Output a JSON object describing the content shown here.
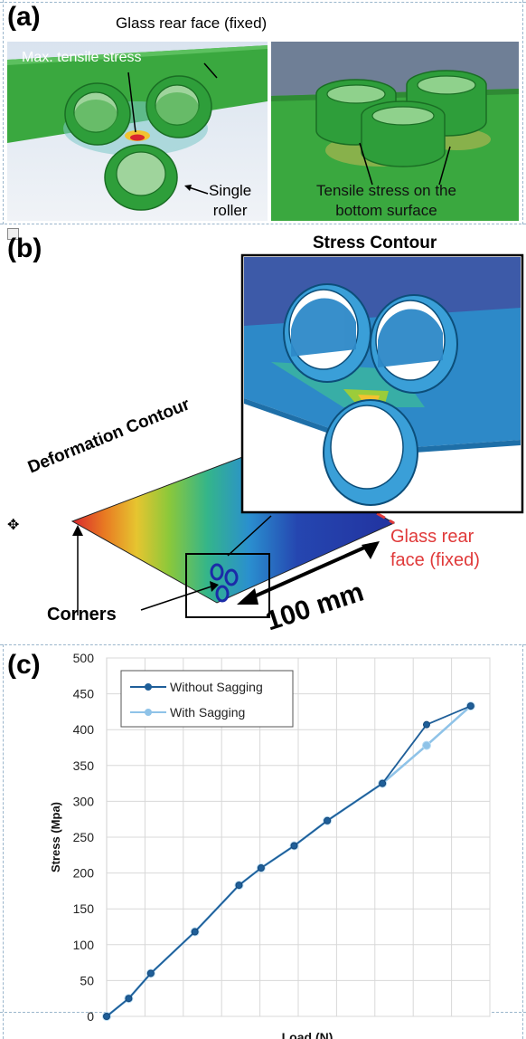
{
  "panel_a": {
    "letter": "(a)",
    "glass_rear_face": "Glass rear face (fixed)",
    "max_tensile": "Max. tensile stress",
    "single_roller": "Single\nroller",
    "tensile_bottom": "Tensile stress on the\nbottom surface"
  },
  "panel_b": {
    "letter": "(b)",
    "stress_contour": "Stress Contour",
    "deformation_contour": "Deformation Contour",
    "glass_rear_face": "Glass rear\nface (fixed)",
    "corners": "Corners",
    "scale": "100 mm"
  },
  "panel_c": {
    "letter": "(c)"
  },
  "colors": {
    "roller_green": "#2e9e3a",
    "glass_green": "#3aa83f",
    "roller_blue": "#3a9fd8",
    "red_accent": "#e03a3a",
    "series_dark": "#1f5f99",
    "series_light": "#8fc3e8"
  },
  "chart_data": {
    "type": "line",
    "title": "",
    "xlabel": "Load (N)",
    "ylabel": "Stress (Mpa)",
    "ylim": [
      0,
      500
    ],
    "yticks": [
      0,
      50,
      100,
      150,
      200,
      250,
      300,
      350,
      400,
      450,
      500
    ],
    "grid": true,
    "legend_position": "top-left",
    "series": [
      {
        "name": "Without Sagging",
        "color": "#1f5f99",
        "x": [
          0,
          2,
          4,
          8,
          12,
          14,
          17,
          20,
          25,
          29,
          33
        ],
        "values": [
          0,
          25,
          60,
          118,
          183,
          207,
          238,
          273,
          325,
          407,
          433
        ]
      },
      {
        "name": "With Sagging",
        "color": "#8fc3e8",
        "x": [
          0,
          2,
          4,
          8,
          12,
          14,
          17,
          20,
          25,
          29,
          33
        ],
        "values": [
          0,
          25,
          60,
          118,
          183,
          207,
          238,
          273,
          325,
          378,
          433
        ]
      }
    ]
  }
}
